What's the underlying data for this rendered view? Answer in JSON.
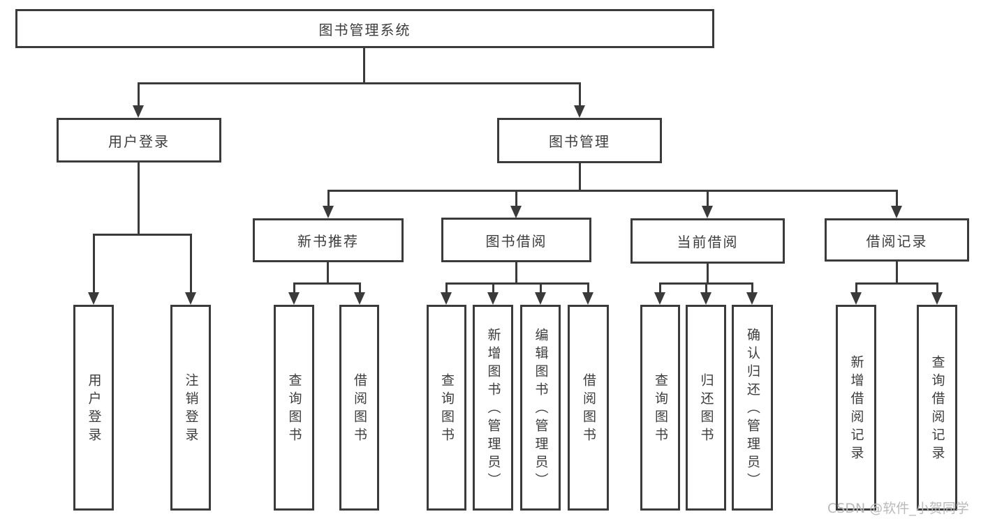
{
  "diagram": {
    "title": "图书管理系统",
    "watermark": "CSDN @软件_小贺同学",
    "colors": {
      "line": "#3a3a3a",
      "border": "#3b3b3b",
      "text": "#3d3d3d",
      "watermark": "#b9b9b9",
      "background": "#ffffff"
    },
    "nodes": {
      "root": {
        "label": "图书管理系统"
      },
      "user_login": {
        "label": "用户登录"
      },
      "book_mgmt": {
        "label": "图书管理"
      },
      "new_book_rec": {
        "label": "新书推荐"
      },
      "book_borrow": {
        "label": "图书借阅"
      },
      "current_borrow": {
        "label": "当前借阅"
      },
      "borrow_records": {
        "label": "借阅记录"
      },
      "leaf_user_login": {
        "label": "用户登录"
      },
      "leaf_logout": {
        "label": "注销登录"
      },
      "leaf_query_books_rec": {
        "label": "查询图书"
      },
      "leaf_borrow_books_rec": {
        "label": "借阅图书"
      },
      "leaf_query_books_borrow": {
        "label": "查询图书"
      },
      "leaf_add_books_admin": {
        "label": "新增图书（管理员）"
      },
      "leaf_edit_books_admin": {
        "label": "编辑图书（管理员）"
      },
      "leaf_borrow_books_borrow": {
        "label": "借阅图书"
      },
      "leaf_query_books_current": {
        "label": "查询图书"
      },
      "leaf_return_books": {
        "label": "归还图书"
      },
      "leaf_confirm_return_admin": {
        "label": "确认归还（管理员）"
      },
      "leaf_add_borrow_record": {
        "label": "新增借阅记录"
      },
      "leaf_query_borrow_record": {
        "label": "查询借阅记录"
      }
    },
    "edges": [
      "root->user_login",
      "root->book_mgmt",
      "user_login->leaf_user_login",
      "user_login->leaf_logout",
      "book_mgmt->new_book_rec",
      "book_mgmt->book_borrow",
      "book_mgmt->current_borrow",
      "book_mgmt->borrow_records",
      "new_book_rec->leaf_query_books_rec",
      "new_book_rec->leaf_borrow_books_rec",
      "book_borrow->leaf_query_books_borrow",
      "book_borrow->leaf_add_books_admin",
      "book_borrow->leaf_edit_books_admin",
      "book_borrow->leaf_borrow_books_borrow",
      "current_borrow->leaf_query_books_current",
      "current_borrow->leaf_return_books",
      "current_borrow->leaf_confirm_return_admin",
      "borrow_records->leaf_add_borrow_record",
      "borrow_records->leaf_query_borrow_record"
    ]
  }
}
